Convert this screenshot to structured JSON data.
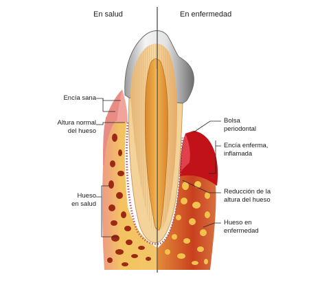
{
  "headers": {
    "healthy": "En salud",
    "disease": "En enfermedad"
  },
  "labels": {
    "encia_sana": [
      "Encía sana"
    ],
    "altura_normal": [
      "Altura normal",
      "del hueso"
    ],
    "hueso_salud": [
      "Hueso",
      "en salud"
    ],
    "bolsa": [
      "Bolsa",
      "periodontal"
    ],
    "encia_enferma": [
      "Encía enferma,",
      "inflamada"
    ],
    "reduccion": [
      "Reducción de la",
      "altura del hueso"
    ],
    "hueso_enfermedad": [
      "Hueso en",
      "enfermedad"
    ]
  },
  "colors": {
    "gum_healthy": "#e88c86",
    "gum_inflamed": "#c1121a",
    "bone": "#f2c35a",
    "bone_pore": "#9c2a12",
    "dentin": "#f0cc8e",
    "pulp": "#e29b3a",
    "enamel": "#cfcfcf",
    "root_cementum": "#f6d9a6",
    "divider": "#3a3a3a"
  }
}
